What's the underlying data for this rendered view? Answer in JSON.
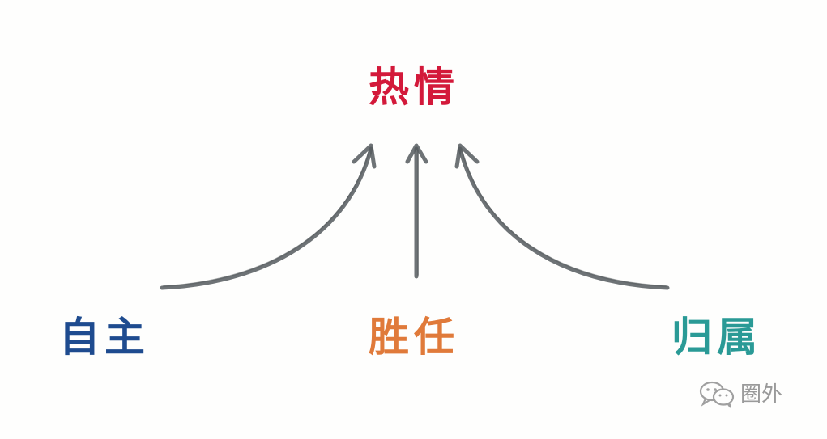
{
  "diagram": {
    "top_label": "热情",
    "bottom_labels": [
      {
        "text": "自主",
        "color": "#1e4b8f"
      },
      {
        "text": "胜任",
        "color": "#e07a3a"
      },
      {
        "text": "归属",
        "color": "#2a9a96"
      }
    ],
    "top_color": "#d3193a",
    "arrow_color": "#555b5e",
    "arrow_icon": "pencil-arrow-icon"
  },
  "watermark": {
    "icon": "wechat-icon",
    "text": "圈外"
  }
}
